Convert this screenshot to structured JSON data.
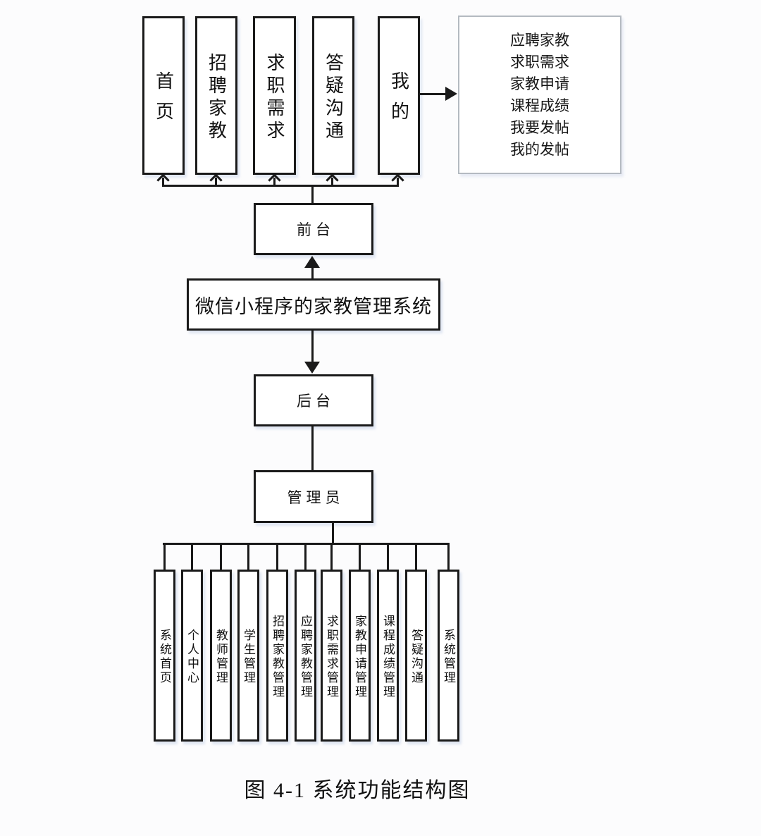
{
  "diagram": {
    "top_row": {
      "items": [
        {
          "label": "首页"
        },
        {
          "label": "招聘家教"
        },
        {
          "label": "求职需求"
        },
        {
          "label": "答疑沟通"
        },
        {
          "label": "我的"
        }
      ]
    },
    "detail_box": {
      "lines": [
        "应聘家教",
        "求职需求",
        "家教申请",
        "课程成绩",
        "我要发帖",
        "我的发帖"
      ]
    },
    "front_node": {
      "label": "前台"
    },
    "system_node": {
      "label": "微信小程序的家教管理系统"
    },
    "back_node": {
      "label": "后台"
    },
    "admin_node": {
      "label": "管理员"
    },
    "bottom_row": {
      "items": [
        {
          "label": "系统首页"
        },
        {
          "label": "个人中心"
        },
        {
          "label": "教师管理"
        },
        {
          "label": "学生管理"
        },
        {
          "label": "招聘家教管理"
        },
        {
          "label": "应聘家教管理"
        },
        {
          "label": "求职需求管理"
        },
        {
          "label": "家教申请管理"
        },
        {
          "label": "课程成绩管理"
        },
        {
          "label": "答疑沟通"
        },
        {
          "label": "系统管理"
        }
      ]
    },
    "caption": "图 4-1 系统功能结构图"
  },
  "colors": {
    "line": "#1a1a1a",
    "detail_border": "#b4bac1",
    "background": "#fcfcfd"
  }
}
